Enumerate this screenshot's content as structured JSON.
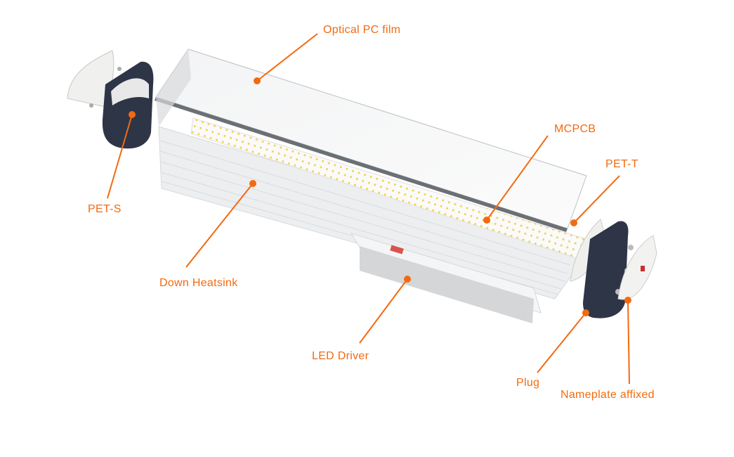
{
  "colors": {
    "accent": "#f26a10",
    "endcap": "#2e3547",
    "housing": "#e9ecee"
  },
  "labels": {
    "optical_pc_film": "Optical PC film",
    "mcpcb": "MCPCB",
    "pet_t": "PET-T",
    "pet_s": "PET-S",
    "down_heatsink": "Down  Heatsink",
    "led_driver": "LED  Driver",
    "plug": "Plug",
    "nameplate": "Nameplate affixed"
  }
}
